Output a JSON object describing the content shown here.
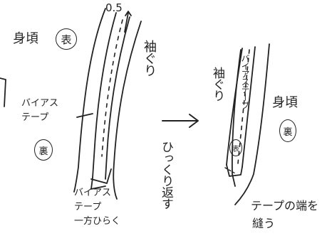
{
  "left": {
    "measure": "0.5",
    "body_label": "身頃",
    "body_side": "表",
    "armhole_label": "袖ぐり",
    "bias_tape_label": "バイアステープ",
    "tape_side": "裏",
    "caption_line1": "バイアス",
    "caption_line2": "テープ",
    "caption_line3": "一方ひらく"
  },
  "center": {
    "instruction": "ひっくり返す"
  },
  "right": {
    "bias_tape_label": "バイアステープ",
    "tape_side": "表",
    "armhole_label": "袖ぐり",
    "body_label": "身頃",
    "body_side": "裏",
    "caption_line1": "テープの端を",
    "caption_line2": "縫う"
  },
  "colors": {
    "ink": "#222222",
    "paper": "#ffffff"
  }
}
